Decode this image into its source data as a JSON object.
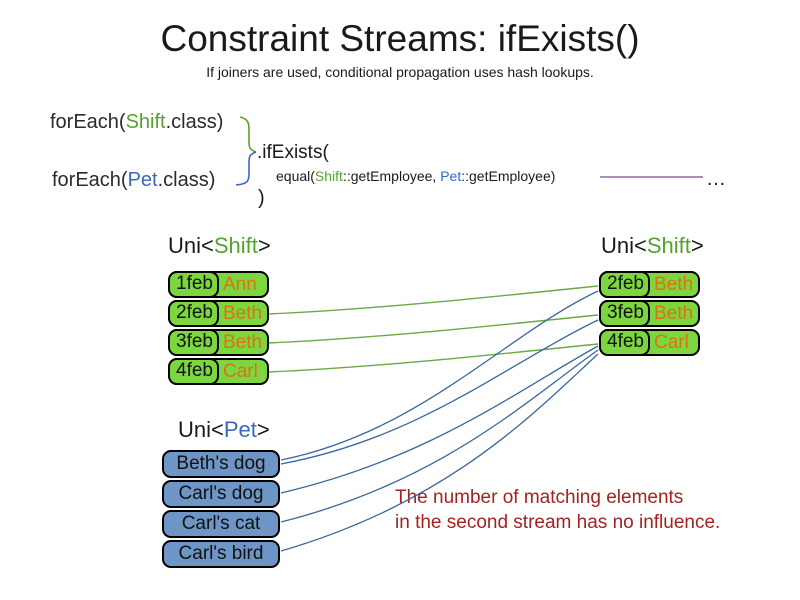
{
  "title": "Constraint Streams: ifExists()",
  "subtitle": "If joiners are used, conditional propagation uses hash lookups.",
  "code": {
    "foreach_shift": {
      "prefix": "forEach(",
      "class_name": "Shift",
      "suffix": ".class)"
    },
    "foreach_pet": {
      "prefix": "forEach(",
      "class_name": "Pet",
      "suffix": ".class)"
    },
    "if_exists": ".ifExists(",
    "equal": {
      "prefix": "equal(",
      "shift_class": "Shift",
      "mid1": "::getEmployee, ",
      "pet_class": "Pet",
      "mid2": "::getEmployee)"
    },
    "ellipsis": "…",
    "close_paren": ")"
  },
  "tables": {
    "left_shift": {
      "label": {
        "prefix": "Uni<",
        "type": "Shift",
        "suffix": ">"
      },
      "rows": [
        {
          "date": "1feb",
          "name": "Ann"
        },
        {
          "date": "2feb",
          "name": "Beth"
        },
        {
          "date": "3feb",
          "name": "Beth"
        },
        {
          "date": "4feb",
          "name": "Carl"
        }
      ]
    },
    "right_shift": {
      "label": {
        "prefix": "Uni<",
        "type": "Shift",
        "suffix": ">"
      },
      "rows": [
        {
          "date": "2feb",
          "name": "Beth"
        },
        {
          "date": "3feb",
          "name": "Beth"
        },
        {
          "date": "4feb",
          "name": "Carl"
        }
      ]
    },
    "pet": {
      "label": {
        "prefix": "Uni<",
        "type": "Pet",
        "suffix": ">"
      },
      "rows": [
        {
          "name": "Beth's dog"
        },
        {
          "name": "Carl's dog"
        },
        {
          "name": "Carl's cat"
        },
        {
          "name": "Carl's bird"
        }
      ]
    }
  },
  "note": {
    "line1": "The number of matching elements",
    "line2": "in the second stream has no influence."
  },
  "connections": {
    "shift_to_shift": [
      {
        "from": "2feb Beth (left)",
        "to": "2feb Beth (right)"
      },
      {
        "from": "3feb Beth (left)",
        "to": "3feb Beth (right)"
      },
      {
        "from": "4feb Carl (left)",
        "to": "4feb Carl (right)"
      }
    ],
    "pet_to_shift": [
      {
        "from": "Beth's dog",
        "to": "2feb Beth"
      },
      {
        "from": "Beth's dog",
        "to": "3feb Beth"
      },
      {
        "from": "Carl's dog",
        "to": "4feb Carl"
      },
      {
        "from": "Carl's cat",
        "to": "4feb Carl"
      },
      {
        "from": "Carl's bird",
        "to": "4feb Carl"
      }
    ]
  },
  "colors": {
    "shift_green_text": "#55a32a",
    "pet_blue_text": "#3a68c0",
    "shift_row_fill": "#7bd63f",
    "pet_row_fill": "#6d95c5",
    "employee_orange": "#e0720e",
    "note_red": "#a62121",
    "match_line_green": "#6aaa46",
    "match_line_blue": "#39679e",
    "joiner_line_purple": "#8a6b9a"
  }
}
